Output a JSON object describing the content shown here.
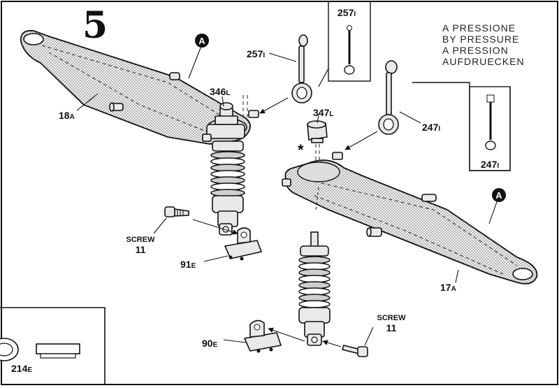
{
  "step_number": "5",
  "pressure_note": [
    "A PRESSIONE",
    "BY PRESSURE",
    "A PRESSION",
    "AUFDRUECKEN"
  ],
  "marker_a": "A",
  "asterisk": "*",
  "parts": {
    "p18a": {
      "num": "18",
      "sub": "A"
    },
    "p17a": {
      "num": "17",
      "sub": "A"
    },
    "p346l": {
      "num": "346",
      "sub": "L"
    },
    "p347l": {
      "num": "347",
      "sub": "L"
    },
    "p257i": {
      "num": "257",
      "sub": "I"
    },
    "p257i_box": {
      "num": "257",
      "sub": "I"
    },
    "p247i": {
      "num": "247",
      "sub": "I"
    },
    "p247i_box": {
      "num": "247",
      "sub": "I"
    },
    "p91e": {
      "num": "91",
      "sub": "E"
    },
    "p90e": {
      "num": "90",
      "sub": "E"
    },
    "p214e": {
      "num": "214",
      "sub": "E"
    }
  },
  "screw_left": {
    "word": "SCREW",
    "num": "11"
  },
  "screw_right": {
    "word": "SCREW",
    "num": "11"
  }
}
